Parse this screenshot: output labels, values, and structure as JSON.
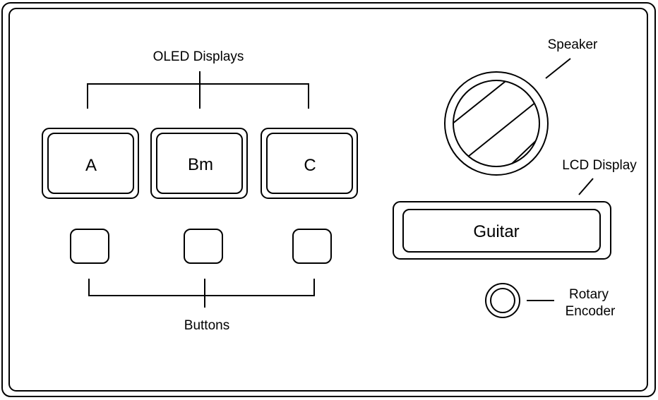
{
  "labels": {
    "oled_displays": "OLED Displays",
    "buttons": "Buttons",
    "speaker": "Speaker",
    "lcd_display": "LCD Display",
    "rotary_encoder_line1": "Rotary",
    "rotary_encoder_line2": "Encoder"
  },
  "oled": [
    {
      "text": "A"
    },
    {
      "text": "Bm"
    },
    {
      "text": "C"
    }
  ],
  "lcd": {
    "text": "Guitar"
  },
  "colors": {
    "stroke": "#000000",
    "background": "#ffffff"
  }
}
